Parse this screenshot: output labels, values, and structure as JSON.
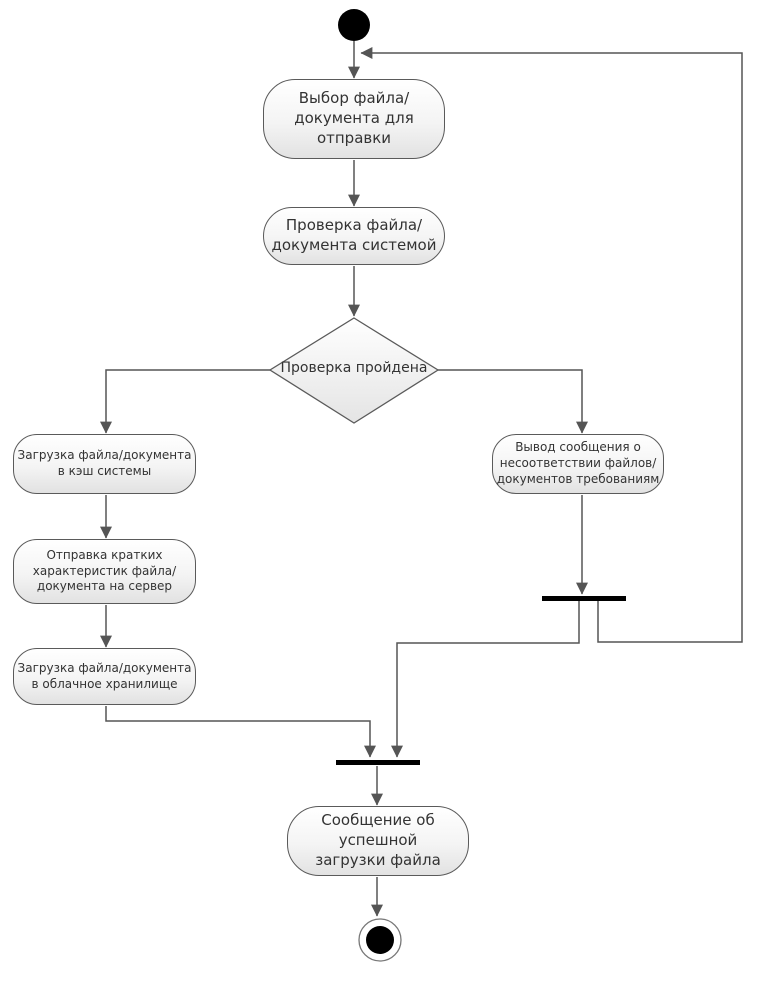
{
  "diagram": {
    "nodes": {
      "select_file": "Выбор файла/\nдокумента для\nотправки",
      "check_file": "Проверка файла/\nдокумента системой",
      "decision": "Проверка пройдена",
      "upload_cache": "Загрузка файла/документа\nв кэш системы",
      "send_info": "Отправка кратких\nхарактеристик файла/\nдокумента на сервер",
      "upload_cloud": "Загрузка файла/документа\nв облачное хранилище",
      "mismatch_message": "Вывод сообщения о\nнесоответствии файлов/\nдокументов требованиям",
      "success_message": "Сообщение об успешной\nзагрузки файла"
    },
    "colors": {
      "line": "#555555",
      "node_border": "#5a5a5a",
      "fill_top": "#ffffff",
      "fill_bottom": "#e2e2e2",
      "start": "#000000",
      "bar": "#000000"
    }
  }
}
